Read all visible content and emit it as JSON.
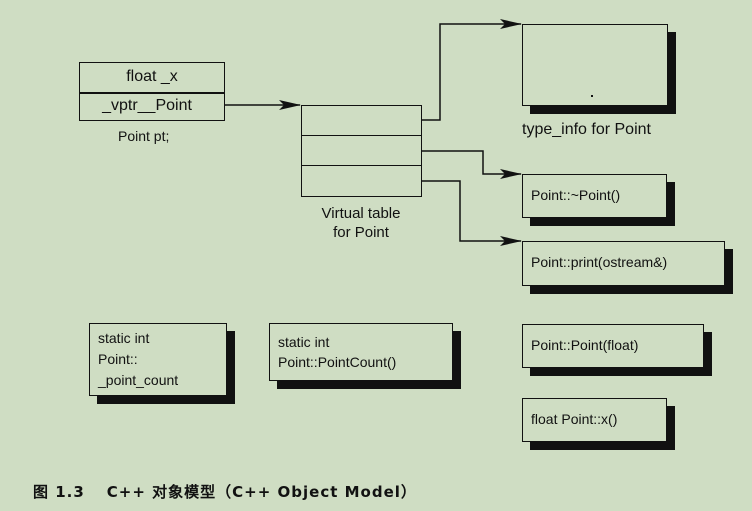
{
  "object": {
    "fields": [
      "float _x",
      "_vptr__Point"
    ],
    "label": "Point pt;"
  },
  "vtable": {
    "slots": 3,
    "label_line1": "Virtual table",
    "label_line2": "for Point"
  },
  "type_info": {
    "label": "type_info for Point"
  },
  "virtual_functions": [
    "Point::~Point()",
    "Point::print(ostream&)"
  ],
  "static_data": {
    "line1": "static int",
    "line2": "Point::",
    "line3": "_point_count"
  },
  "static_function": {
    "line1": "static int",
    "line2": "Point::PointCount()"
  },
  "nonvirtual_functions": [
    "Point::Point(float)",
    "float Point::x()"
  ],
  "caption": {
    "figure": "图 1.3",
    "title": "C++ 对象模型（C++ Object Model）"
  },
  "colors": {
    "background": "#cfddc3",
    "ink": "#111111"
  }
}
